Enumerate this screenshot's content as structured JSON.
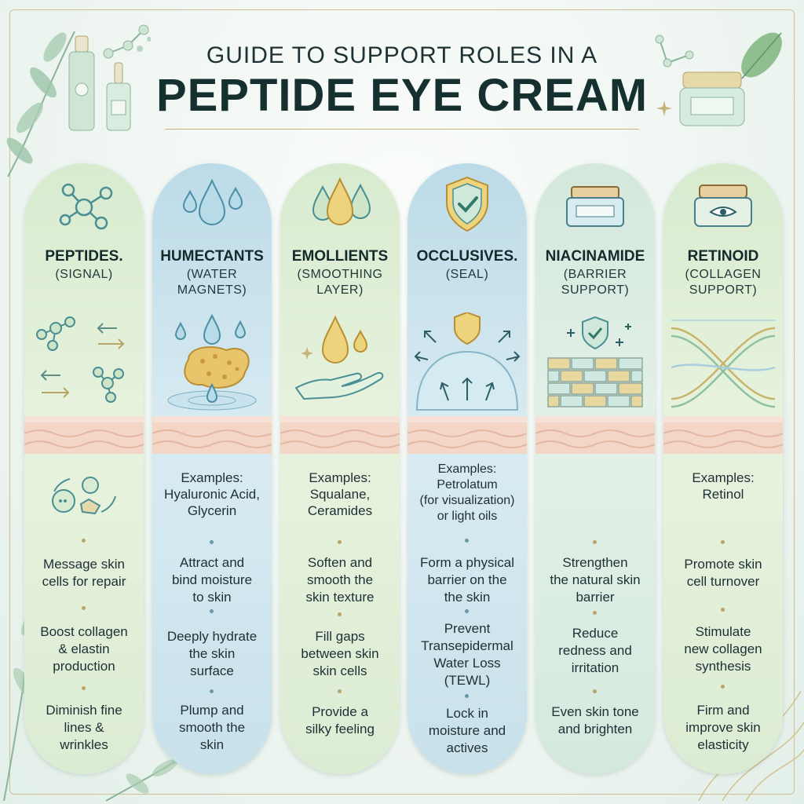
{
  "header": {
    "title_line1": "GUIDE TO SUPPORT ROLES IN A",
    "title_line2": "PEPTIDE EYE CREAM"
  },
  "colors": {
    "gold": "#c7b47c",
    "green_column": "#d8ebcf",
    "blue_column": "#bcdbe8",
    "text": "#1e2f35"
  },
  "columns": [
    {
      "title": "PEPTIDES.",
      "sub1": "(SIGNAL)",
      "sub2": "",
      "icon": "molecule-icon",
      "examples_label": "",
      "examples": [],
      "benefits": [
        [
          "Message skin",
          "cells for repair"
        ],
        [
          "Boost collagen",
          "& elastin",
          "production"
        ],
        [
          "Diminish fine",
          "lines &",
          "wrinkles"
        ]
      ]
    },
    {
      "title": "HUMECTANTS",
      "sub1": "(WATER",
      "sub2": "MAGNETS)",
      "icon": "water-drops-icon",
      "examples_label": "Examples:",
      "examples": [
        "Hyaluronic Acid,",
        "Glycerin"
      ],
      "benefits": [
        [
          "Attract and",
          "bind moisture",
          "to skin"
        ],
        [
          "Deeply hydrate",
          "the skin",
          "surface"
        ],
        [
          "Plump and",
          "smooth the",
          "skin"
        ]
      ]
    },
    {
      "title": "EMOLLIENTS",
      "sub1": "(SMOOTHING",
      "sub2": "LAYER)",
      "icon": "oil-drops-icon",
      "examples_label": "Examples:",
      "examples": [
        "Squalane,",
        "Ceramides"
      ],
      "benefits": [
        [
          "Soften and",
          "smooth the",
          "skin texture"
        ],
        [
          "Fill gaps",
          "between skin",
          "skin cells"
        ],
        [
          "Provide a",
          "silky feeling"
        ]
      ]
    },
    {
      "title": "OCCLUSIVES.",
      "sub1": "(SEAL)",
      "sub2": "",
      "icon": "shield-check-icon",
      "examples_label": "Examples:",
      "examples": [
        "Petrolatum",
        "(for visualization)",
        "or light oils"
      ],
      "benefits": [
        [
          "Form a physical",
          "barrier on the",
          "the skin"
        ],
        [
          "Prevent",
          "Transepidermal",
          "Water Loss",
          "(TEWL)"
        ],
        [
          "Lock in",
          "moisture and",
          "actives"
        ]
      ]
    },
    {
      "title": "NIACINAMIDE",
      "sub1": "(BARRIER",
      "sub2": "SUPPORT)",
      "icon": "cream-jar-icon",
      "examples_label": "",
      "examples": [],
      "benefits": [
        [
          "Strengthen",
          "the natural skin",
          "barrier"
        ],
        [
          "Reduce",
          "redness and",
          "irritation"
        ],
        [
          "Even skin tone",
          "and brighten"
        ]
      ]
    },
    {
      "title": "RETINOID",
      "sub1": "(COLLAGEN",
      "sub2": "SUPPORT)",
      "icon": "eye-cream-jar-icon",
      "examples_label": "Examples:",
      "examples": [
        "Retinol"
      ],
      "benefits": [
        [
          "Promote skin",
          "cell turnover"
        ],
        [
          "Stimulate",
          "new collagen",
          "synthesis"
        ],
        [
          "Firm and",
          "improve skin",
          "elasticity"
        ]
      ]
    }
  ]
}
